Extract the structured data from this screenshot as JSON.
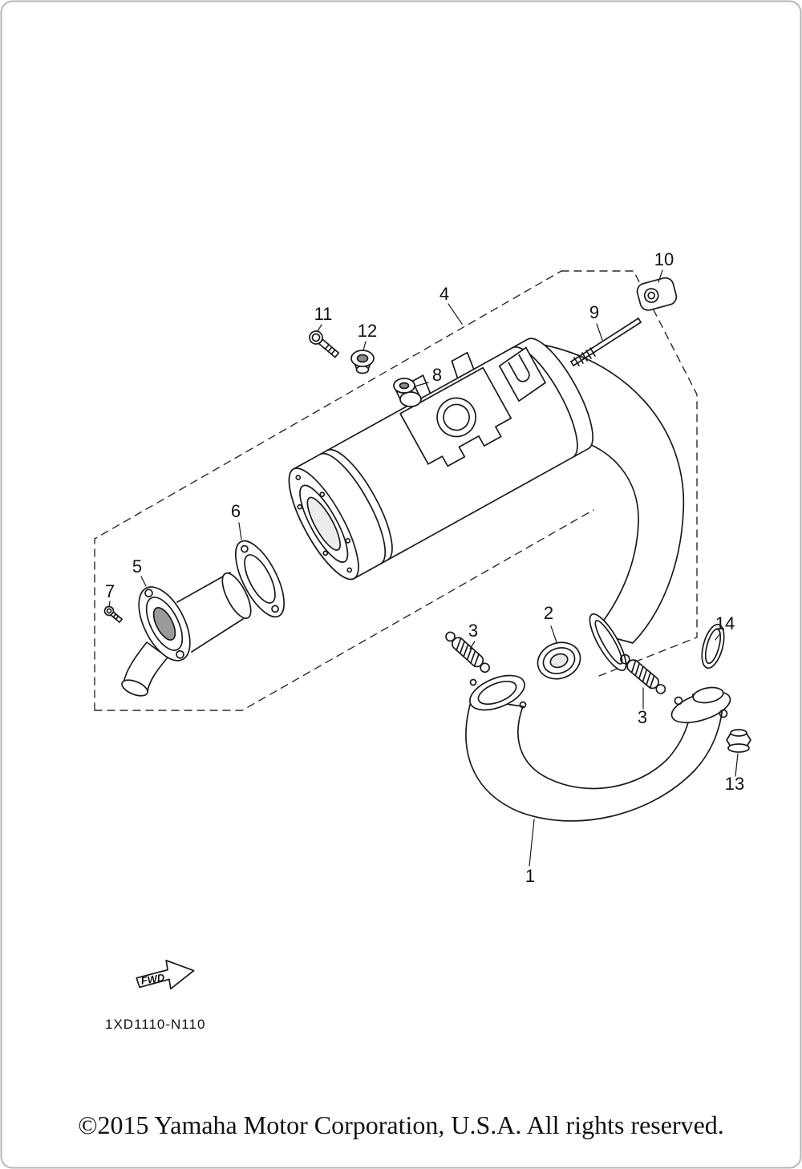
{
  "colors": {
    "background": "#ffffff",
    "line": "#1a1a1a",
    "border": "#b5b5b5"
  },
  "callouts": [
    {
      "label": "1"
    },
    {
      "label": "2"
    },
    {
      "label": "3"
    },
    {
      "label": "3"
    },
    {
      "label": "4"
    },
    {
      "label": "5"
    },
    {
      "label": "6"
    },
    {
      "label": "7"
    },
    {
      "label": "8"
    },
    {
      "label": "9"
    },
    {
      "label": "10"
    },
    {
      "label": "11"
    },
    {
      "label": "12"
    },
    {
      "label": "13"
    },
    {
      "label": "14"
    }
  ],
  "footer": {
    "part_code": "1XD1110-N110"
  },
  "fwd": {
    "label": "FWD"
  },
  "copyright": {
    "text": "©2015 Yamaha Motor Corporation, U.S.A. All rights reserved."
  }
}
